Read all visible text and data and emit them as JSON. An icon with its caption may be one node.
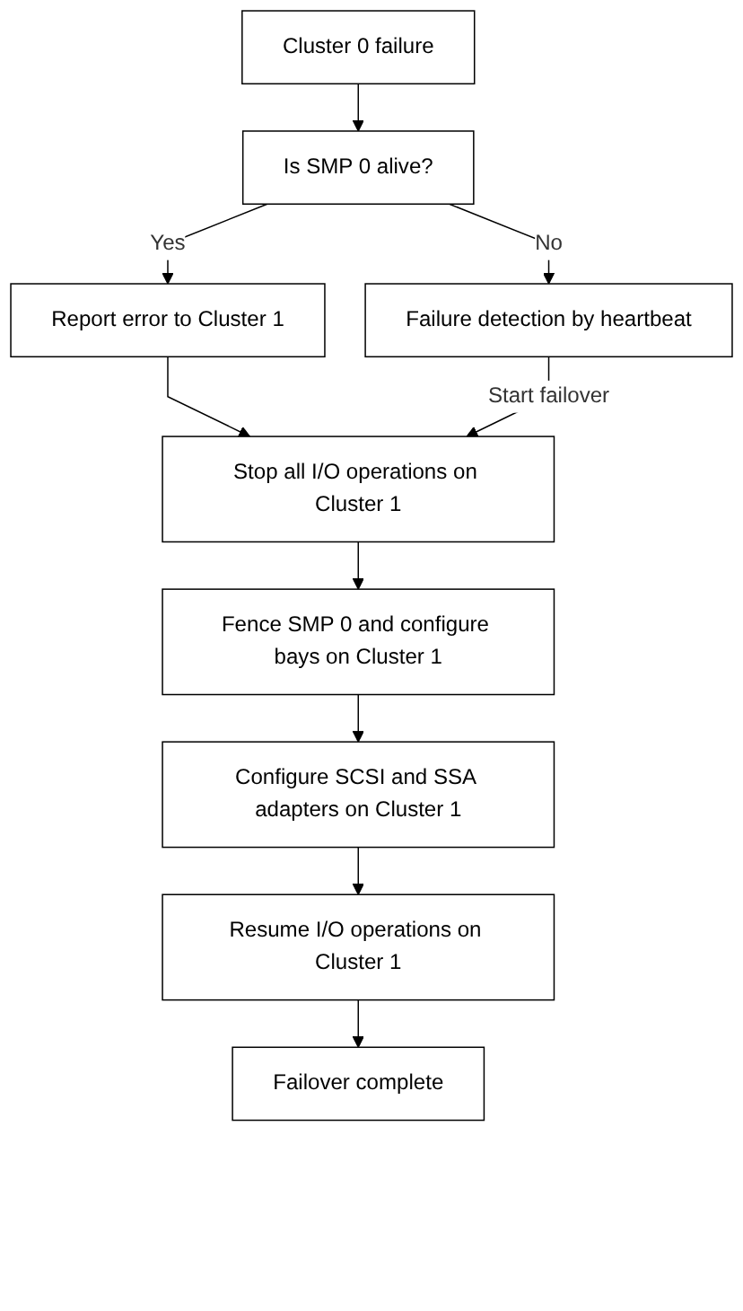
{
  "diagram": {
    "nodes": [
      {
        "text": [
          "Cluster 0 failure"
        ]
      },
      {
        "text": [
          "Is SMP 0 alive?"
        ]
      },
      {
        "text": [
          "Report error to Cluster 1"
        ]
      },
      {
        "text": [
          "Failure detection by heartbeat"
        ]
      },
      {
        "text": [
          "Stop all I/O operations on Cluster 1"
        ]
      },
      {
        "text": [
          "Fence SMP 0 and configure bays on Cluster 1"
        ]
      },
      {
        "text": [
          "Configure SCSI and SSA adapters on Cluster 1"
        ]
      },
      {
        "text": [
          "Resume I/O operations on Cluster 1"
        ]
      },
      {
        "text": [
          "Failover complete"
        ]
      }
    ],
    "edges": [
      {
        "from": 0,
        "to": 1,
        "arrow": "to"
      },
      {
        "from": 1,
        "to": 2,
        "label": "Yes",
        "arrow": "to"
      },
      {
        "from": 1,
        "to": 3,
        "label": "No",
        "arrow": "to"
      },
      {
        "from": 2,
        "to": 4,
        "arrow": "to"
      },
      {
        "from": 3,
        "to": 4,
        "label": "Start failover",
        "arrow": "to"
      },
      {
        "from": 4,
        "to": 5,
        "arrow": "to"
      },
      {
        "from": 5,
        "to": 6,
        "arrow": "to"
      },
      {
        "from": 6,
        "to": 7,
        "arrow": "to"
      },
      {
        "from": 7,
        "to": 8,
        "arrow": "to"
      }
    ]
  }
}
